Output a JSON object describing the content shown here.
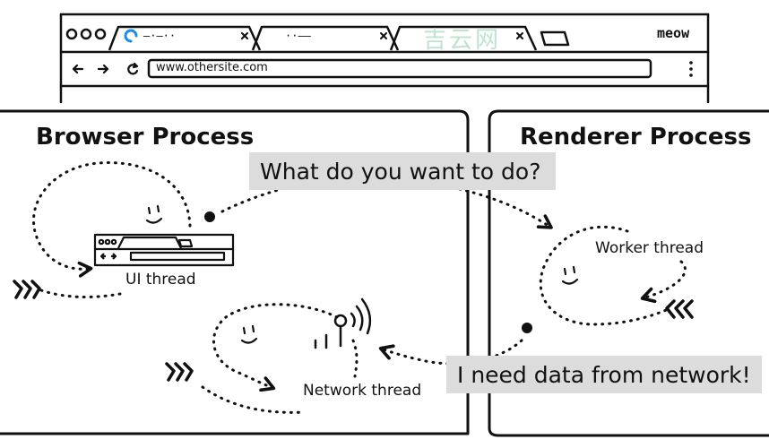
{
  "browser": {
    "tabs": [
      {
        "label": "—·—··"
      },
      {
        "label": "··——"
      },
      {
        "label": ""
      }
    ],
    "brand": "meow",
    "url": "www.othersite.com",
    "watermark": "吉云网"
  },
  "browser_process": {
    "title": "Browser Process",
    "ui_thread": "UI thread",
    "network_thread": "Network thread"
  },
  "renderer_process": {
    "title": "Renderer Process",
    "worker_thread": "Worker thread"
  },
  "messages": {
    "question": "What do you want to do?",
    "request": "I need data from network!"
  }
}
